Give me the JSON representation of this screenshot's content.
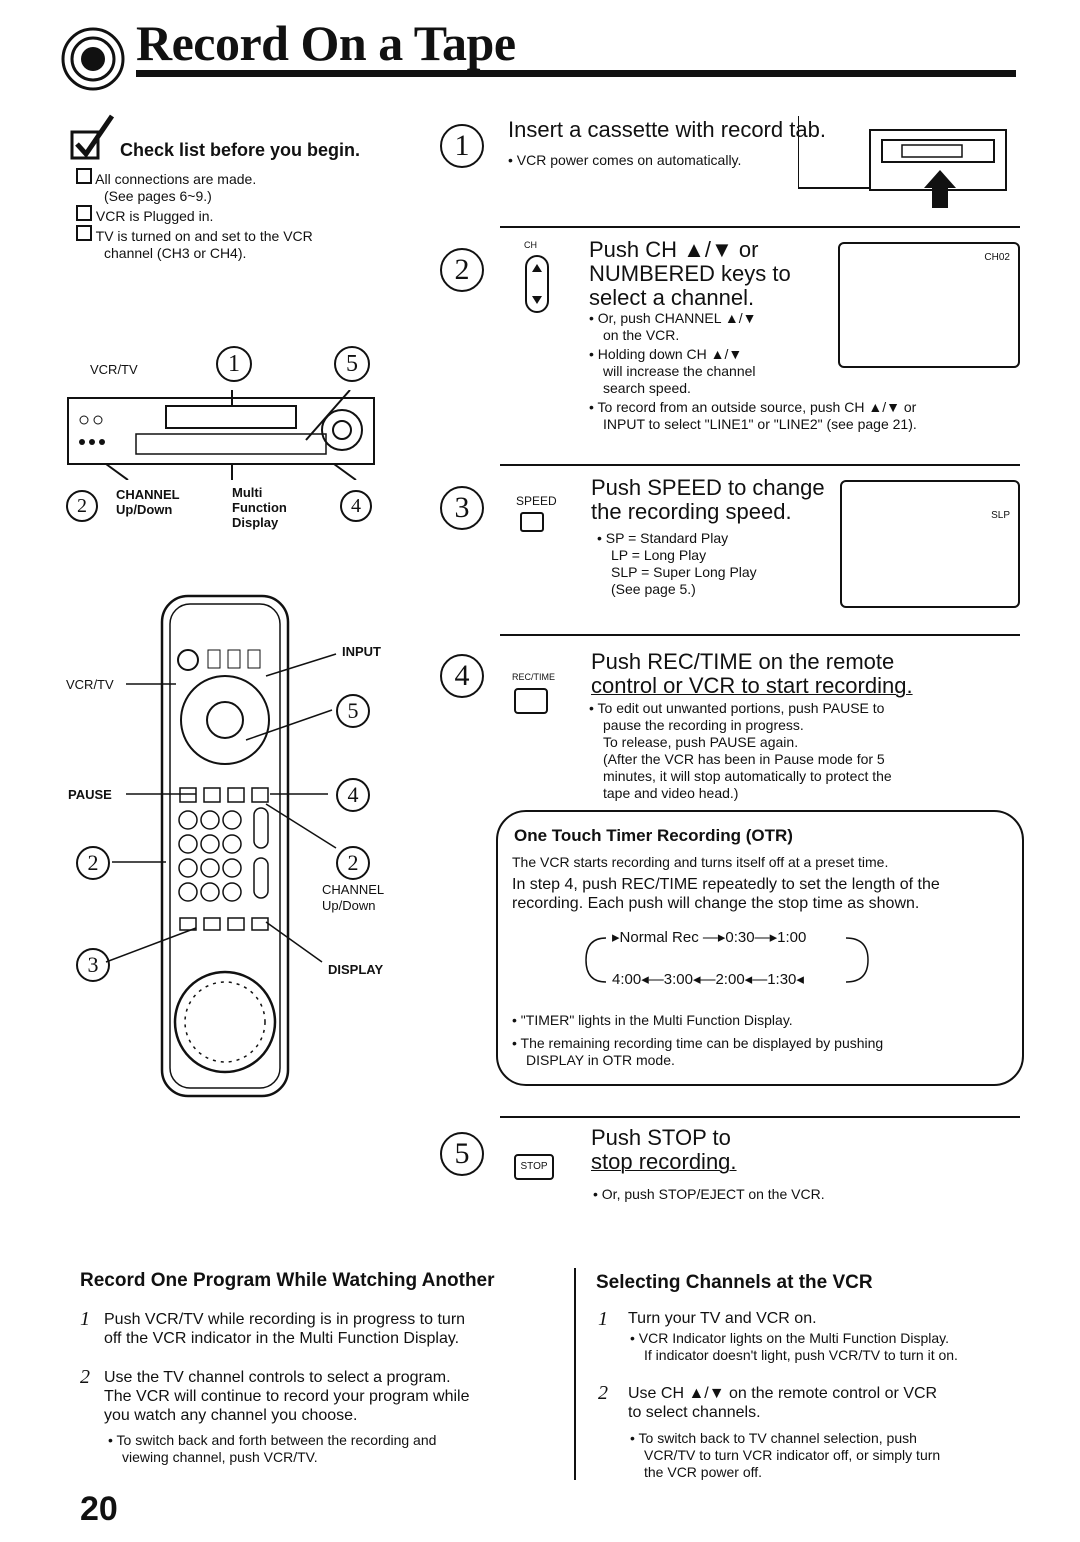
{
  "header": {
    "title": "Record On a Tape"
  },
  "checklist": {
    "title": "Check list before you begin.",
    "items": [
      "All connections are made.",
      "(See pages 6~9.)",
      "VCR is Plugged in.",
      "TV is turned on and set to the VCR",
      "channel (CH3 or CH4)."
    ]
  },
  "vcr_diagram": {
    "label_vcrtv": "VCR/TV",
    "callout_top_left": "1",
    "callout_top_right": "5",
    "callout_bottom_left": "2",
    "callout_bottom_right": "4",
    "label_channel": "CHANNEL",
    "label_updown": "Up/Down",
    "label_multi": "Multi",
    "label_function": "Function",
    "label_display": "Display"
  },
  "remote_diagram": {
    "label_input": "INPUT",
    "label_vcrtv": "VCR/TV",
    "label_pause": "PAUSE",
    "label_channel": "CHANNEL",
    "label_updown": "Up/Down",
    "label_display": "DISPLAY",
    "callout_5": "5",
    "callout_4": "4",
    "callout_2a": "2",
    "callout_2b": "2",
    "callout_3": "3"
  },
  "steps": [
    {
      "num": "1",
      "heading": "Insert a cassette with record tab.",
      "notes": [
        "VCR power comes on automatically."
      ]
    },
    {
      "num": "2",
      "heading_lines": [
        "Push CH ▲/▼ or",
        "NUMBERED keys to",
        "select a channel."
      ],
      "button_label": "CH",
      "notes": [
        "Or, push CHANNEL ▲/▼",
        "on the VCR.",
        "Holding down CH ▲/▼",
        "will increase the channel",
        "search speed.",
        "To record from an outside source, push CH ▲/▼ or",
        "INPUT to select \"LINE1\" or \"LINE2\" (see page 21)."
      ],
      "screen_label": "CH02"
    },
    {
      "num": "3",
      "heading_lines": [
        "Push SPEED to change",
        "the recording speed."
      ],
      "button_label": "SPEED",
      "notes": [
        "SP = Standard Play",
        "LP = Long Play",
        "SLP = Super Long Play",
        "(See page 5.)"
      ],
      "screen_label": "SLP"
    },
    {
      "num": "4",
      "heading_lines": [
        "Push REC/TIME on the remote",
        "control or VCR to start recording."
      ],
      "button_label": "REC/TIME",
      "notes": [
        "To edit out unwanted portions, push PAUSE to",
        "pause the recording in progress.",
        "To release, push PAUSE again.",
        "(After the VCR has been in Pause mode for 5",
        "minutes, it will stop automatically to protect the",
        "tape and video head.)"
      ]
    },
    {
      "num": "5",
      "heading_lines": [
        "Push STOP to",
        "stop recording."
      ],
      "button_label": "STOP",
      "notes": [
        "Or, push STOP/EJECT on the VCR."
      ]
    }
  ],
  "otr": {
    "title": "One Touch Timer Recording (OTR)",
    "line1": "The VCR starts recording and turns itself off at a preset time.",
    "line2": "In step 4, push REC/TIME repeatedly to set the length of the",
    "line3": "recording. Each push will change the stop time as shown.",
    "cycle_top": [
      "Normal Rec",
      "0:30",
      "1:00"
    ],
    "cycle_bottom": [
      "4:00",
      "3:00",
      "2:00",
      "1:30"
    ],
    "bullet1": "\"TIMER\" lights in the Multi Function Display.",
    "bullet2a": "The remaining recording time can be displayed by pushing",
    "bullet2b": "DISPLAY in OTR mode."
  },
  "left_section": {
    "title": "Record One Program While Watching Another",
    "item1_num": "1",
    "item1": [
      "Push VCR/TV while recording is in progress to turn",
      "off the VCR indicator in the Multi Function Display."
    ],
    "item2_num": "2",
    "item2": [
      "Use the TV channel controls to select a program.",
      "The VCR will continue to record your program while",
      "you watch any channel you choose."
    ],
    "note": [
      "To switch back and forth between the recording and",
      "viewing channel, push VCR/TV."
    ]
  },
  "right_section": {
    "title": "Selecting Channels at the VCR",
    "item1_num": "1",
    "item1": "Turn your TV and VCR on.",
    "item1_notes": [
      "VCR Indicator lights on the Multi Function Display.",
      "If indicator doesn't light, push VCR/TV to turn it on."
    ],
    "item2_num": "2",
    "item2": [
      "Use CH ▲/▼ on the remote control or VCR",
      "to select channels."
    ],
    "item2_notes": [
      "To switch back to TV channel selection, push",
      "VCR/TV to turn VCR indicator off, or simply turn",
      "the VCR power off."
    ]
  },
  "footer": {
    "page_number": "20"
  }
}
